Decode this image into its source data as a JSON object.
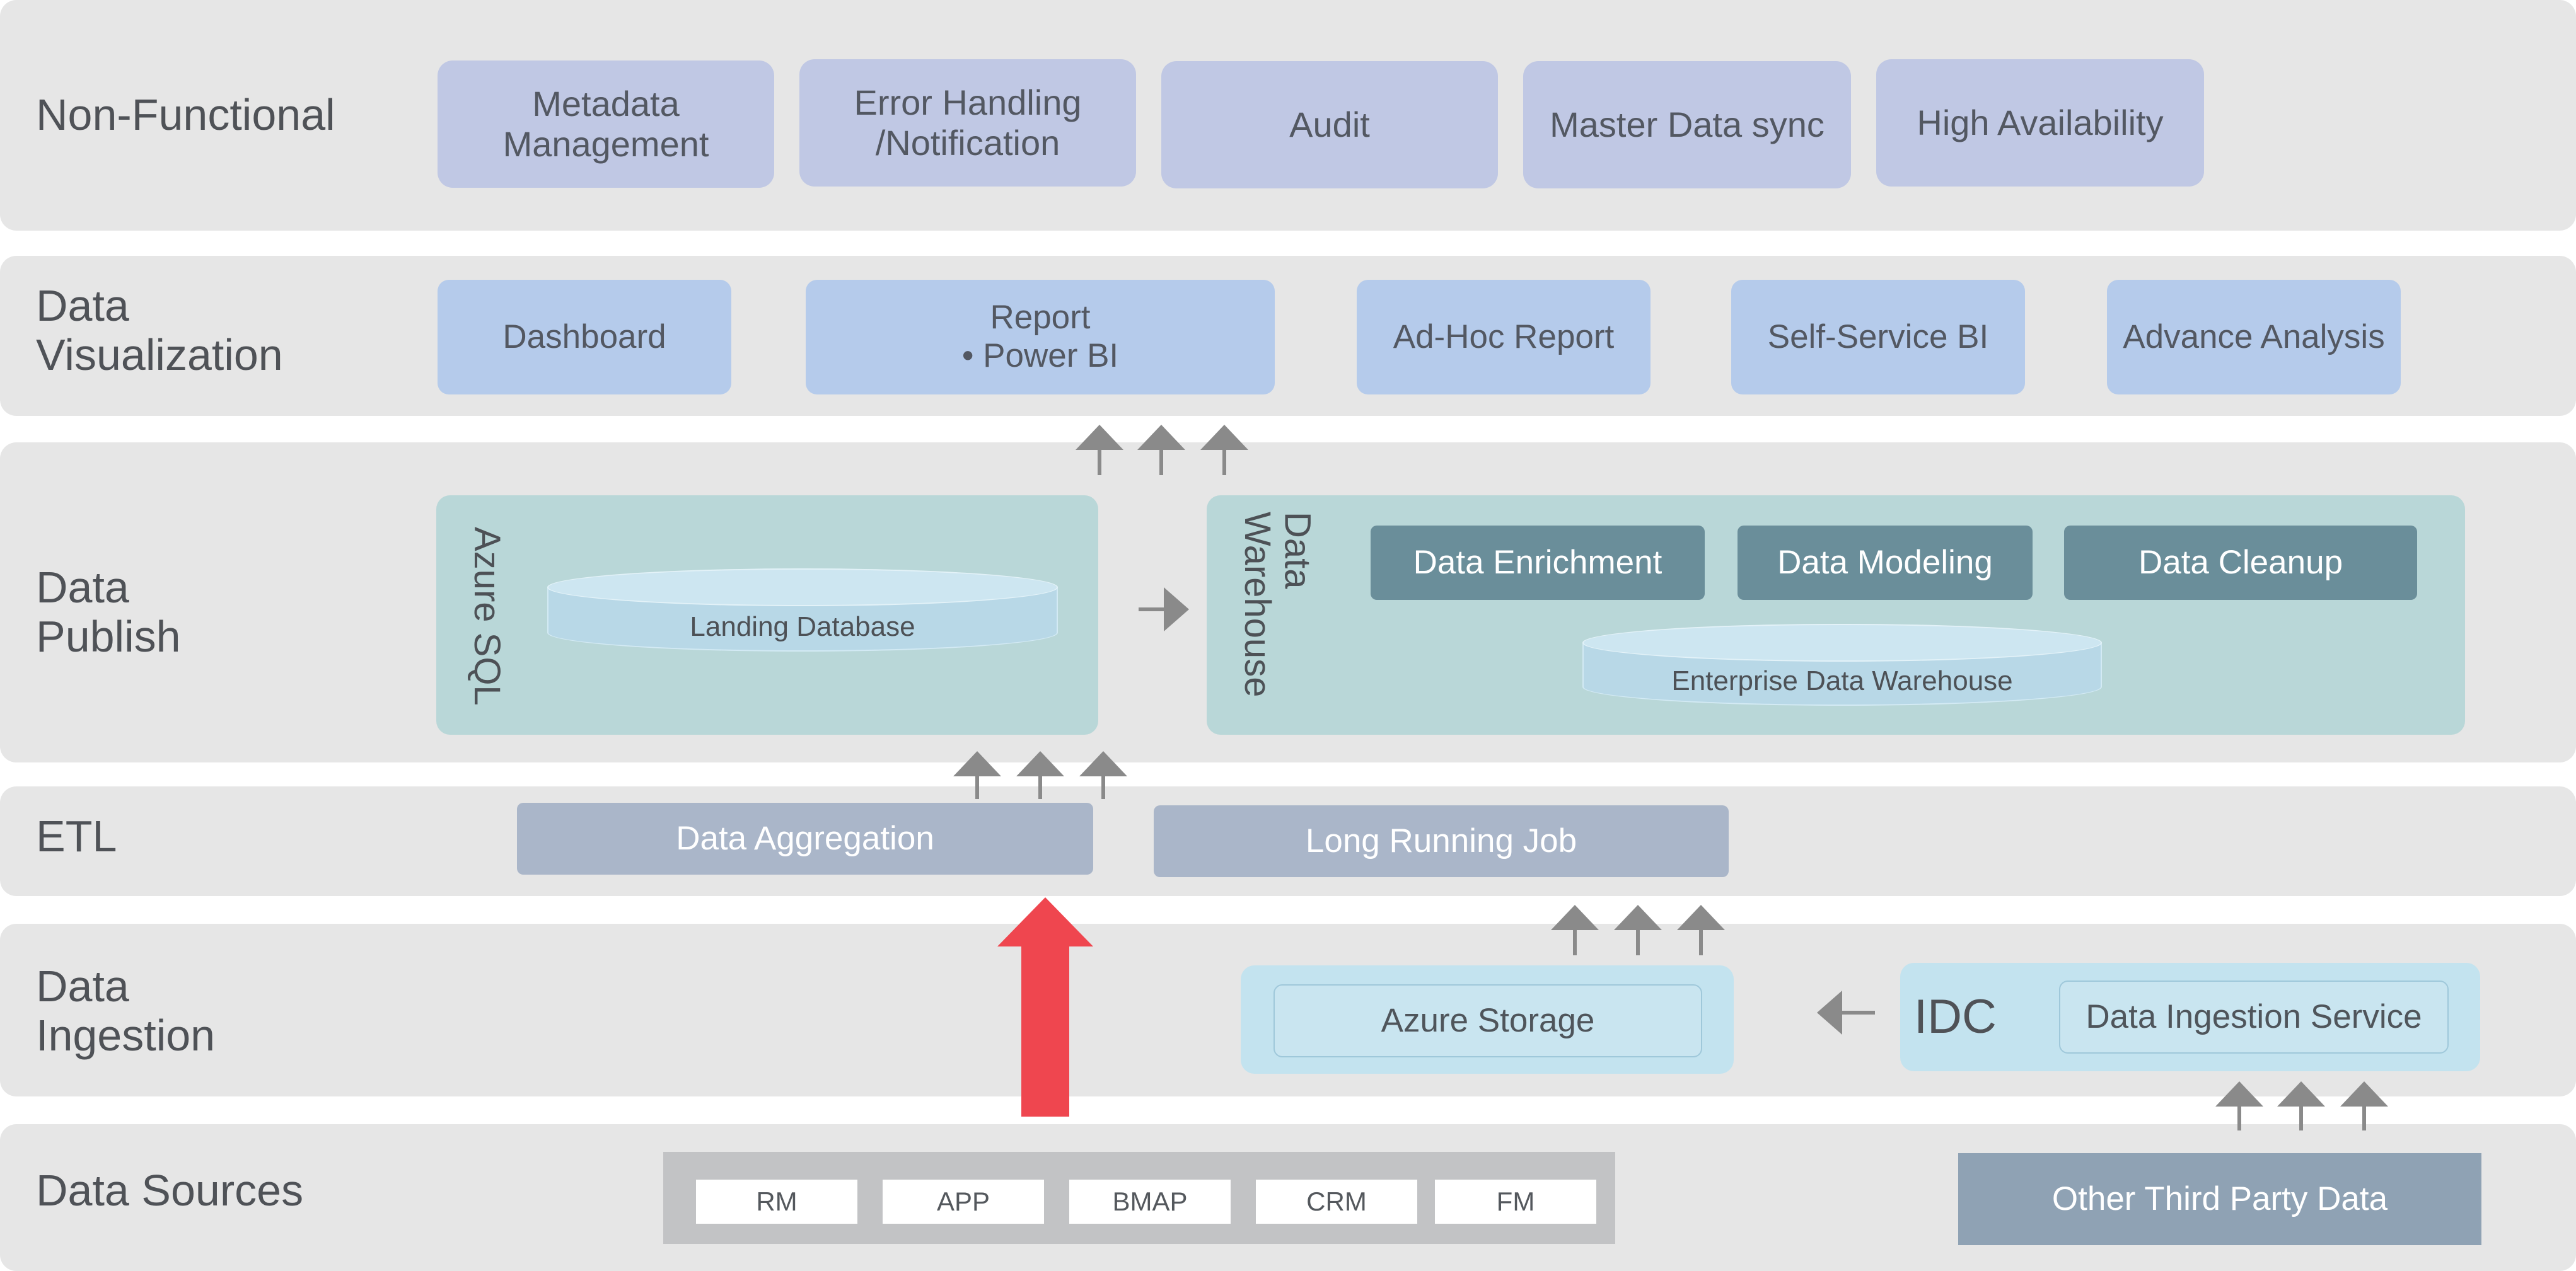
{
  "layers": {
    "non_functional": {
      "label": "Non-Functional",
      "items": [
        "Metadata Management",
        "Error Handling /Notification",
        "Audit",
        "Master Data sync",
        "High Availability"
      ]
    },
    "data_visualization": {
      "label": "Data Visualization",
      "items": [
        "Dashboard",
        "Report",
        "• Power BI",
        "Ad-Hoc Report",
        "Self-Service BI",
        "Advance Analysis"
      ]
    },
    "data_publish": {
      "label": "Data Publish",
      "azure_sql": "Azure SQL",
      "landing_db": "Landing Database",
      "data_warehouse": "Data Warehouse",
      "warehouse_items": [
        "Data Enrichment",
        "Data Modeling",
        "Data Cleanup"
      ],
      "enterprise_dw": "Enterprise Data Warehouse"
    },
    "etl": {
      "label": "ETL",
      "items": [
        "Data Aggregation",
        "Long Running Job"
      ]
    },
    "data_ingestion": {
      "label": "Data Ingestion",
      "azure_storage": "Azure Storage",
      "idc": "IDC",
      "ingestion_service": "Data Ingestion Service"
    },
    "data_sources": {
      "label": "Data Sources",
      "sources": [
        "RM",
        "APP",
        "BMAP",
        "CRM",
        "FM"
      ],
      "third_party": "Other Third Party Data"
    }
  },
  "colors": {
    "band": "#e6e6e6",
    "non_functional_box": "#c0c8e4",
    "visualization_box": "#b5cbeb",
    "publish_panel": "#b9d7d8",
    "warehouse_box": "#6a8e9a",
    "etl_box": "#aab6c9",
    "ingestion_panel": "#c3e3ef",
    "third_party_box": "#8fa2b4",
    "arrow": "#8a8a8a",
    "main_arrow": "#ef464f"
  }
}
